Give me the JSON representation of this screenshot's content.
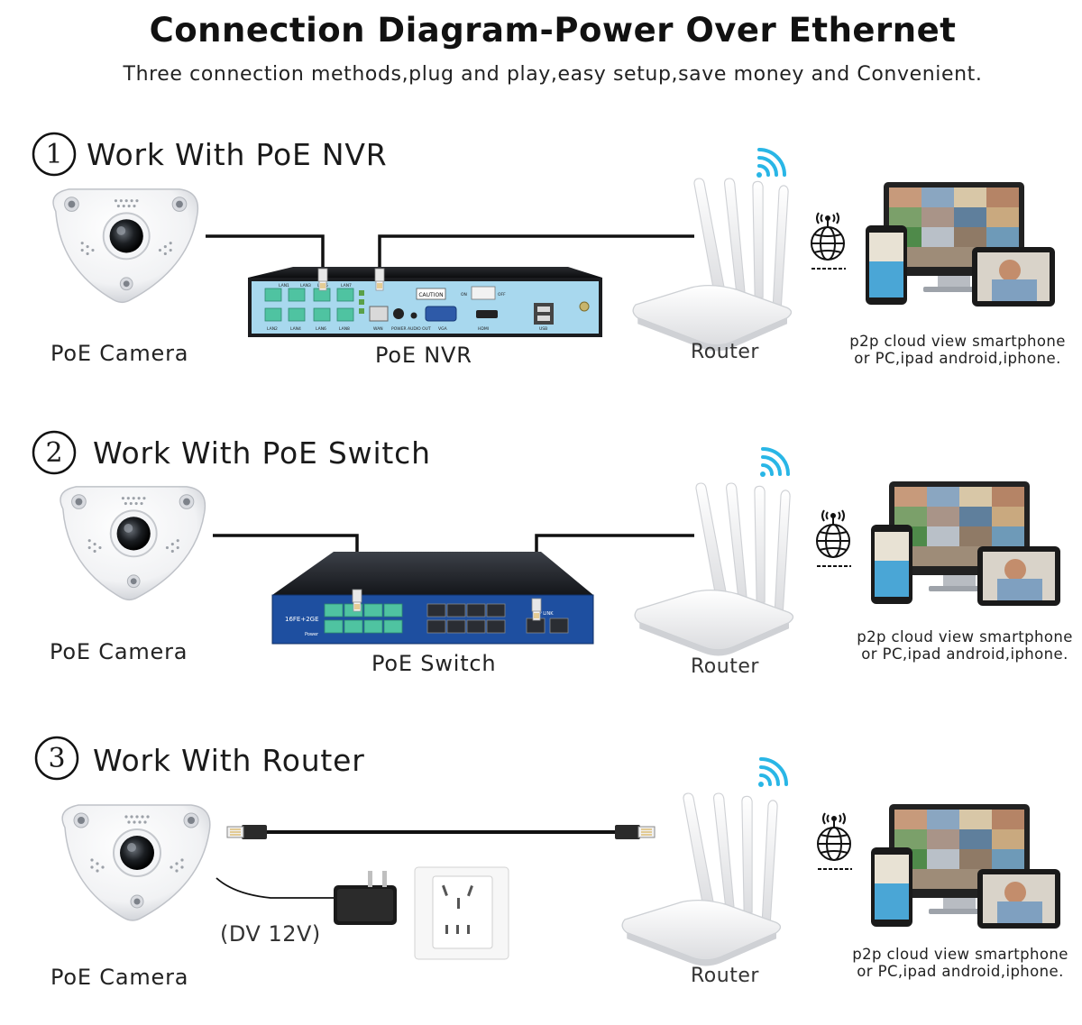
{
  "header": {
    "title": "Connection Diagram-Power Over Ethernet",
    "subtitle": "Three connection methods,plug and play,easy setup,save money and Convenient."
  },
  "sections": [
    {
      "number": "1",
      "heading": "Work With PoE NVR",
      "camera_label": "PoE Camera",
      "device_label": "PoE NVR",
      "router_label": "Router",
      "cloud_line1": "p2p cloud view smartphone",
      "cloud_line2": "or PC,ipad android,iphone."
    },
    {
      "number": "2",
      "heading": "Work With PoE Switch",
      "camera_label": "PoE Camera",
      "device_label": "PoE Switch",
      "router_label": "Router",
      "cloud_line1": "p2p cloud view smartphone",
      "cloud_line2": "or PC,ipad android,iphone."
    },
    {
      "number": "3",
      "heading": "Work With Router",
      "camera_label": "PoE Camera",
      "power_label": "(DV 12V)",
      "router_label": "Router",
      "cloud_line1": "p2p cloud view smartphone",
      "cloud_line2": "or PC,ipad android,iphone."
    }
  ],
  "nvr_panel": {
    "ports": [
      "LAN1",
      "LAN3",
      "LAN5",
      "LAN7",
      "LAN2",
      "LAN4",
      "LAN6",
      "LAN8",
      "WAN",
      "POWER",
      "AUDIO OUT",
      "VGA",
      "HDMI",
      "USB",
      "ON",
      "OFF"
    ],
    "caution": "CAUTION"
  },
  "switch_panel": {
    "model": "16FE+2GE",
    "power": "Power",
    "uplink": "UP LINK"
  },
  "colors": {
    "wifi": "#29b6e6",
    "nvr_panel": "#a8d8ee",
    "poe_port": "#4fc3a1",
    "switch_panel": "#1e4fa0",
    "cable": "#111111"
  },
  "icons": [
    "camera-icon",
    "nvr-icon",
    "switch-icon",
    "router-icon",
    "wifi-icon",
    "globe-icon",
    "devices-icon",
    "ethernet-plug-icon",
    "power-adapter-icon",
    "wall-socket-icon"
  ]
}
